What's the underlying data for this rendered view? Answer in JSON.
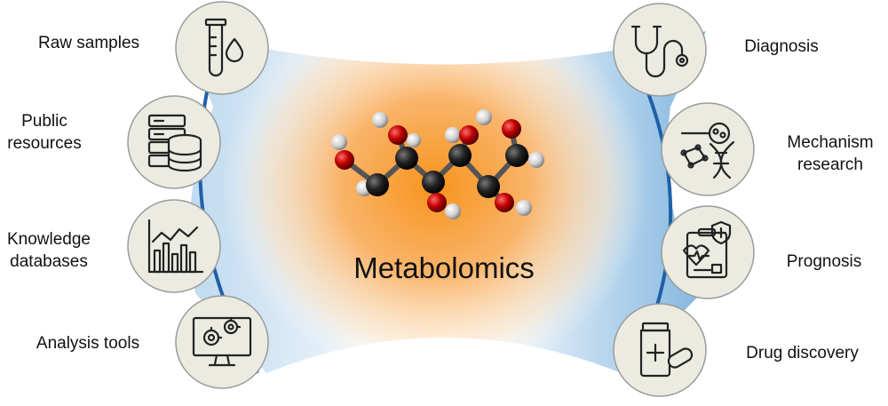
{
  "center": {
    "title": "Metabolomics"
  },
  "inputs": [
    {
      "label": "Raw samples",
      "icon": "test-tube-icon"
    },
    {
      "label": "Public\nresources",
      "icon": "database-server-icon"
    },
    {
      "label": "Knowledge\ndatabases",
      "icon": "bar-chart-icon"
    },
    {
      "label": "Analysis tools",
      "icon": "monitor-gears-icon"
    }
  ],
  "outputs": [
    {
      "label": "Diagnosis",
      "icon": "stethoscope-icon"
    },
    {
      "label": "Mechanism\nresearch",
      "icon": "dna-network-icon"
    },
    {
      "label": "Prognosis",
      "icon": "medical-report-icon"
    },
    {
      "label": "Drug discovery",
      "icon": "medicine-bottle-icon"
    }
  ],
  "colors": {
    "blue": "#1f5fa8",
    "orange": "#f7941d",
    "circle_fill": "#ecebe1"
  }
}
